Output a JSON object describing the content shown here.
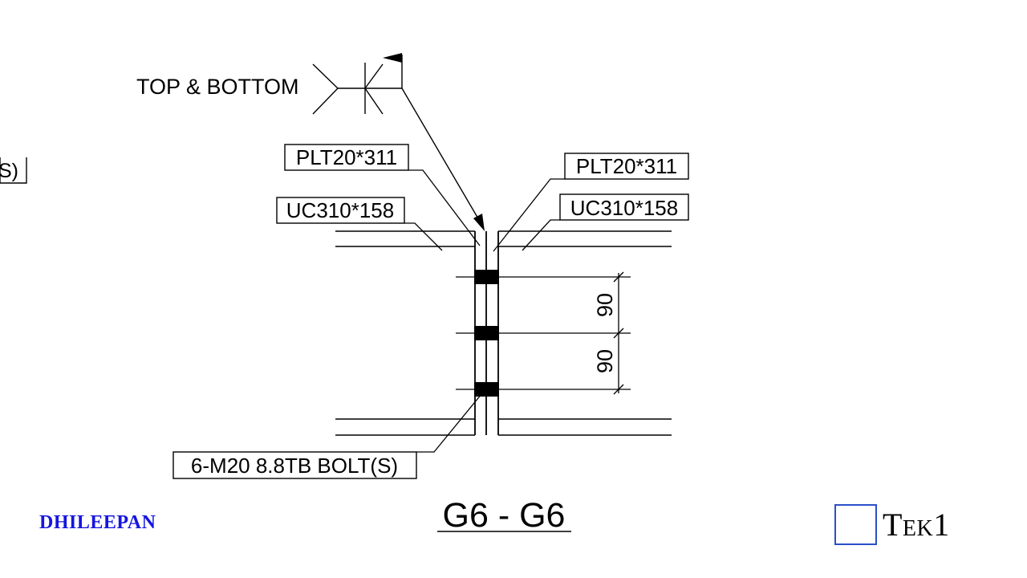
{
  "drawing": {
    "title": "G6 - G6",
    "weld_note": "TOP & BOTTOM",
    "plate_left": "PLT20*311",
    "plate_right": "PLT20*311",
    "column_left": "UC310*158",
    "column_right": "UC310*158",
    "bolt_note": "6-M20 8.8TB BOLT(S)",
    "dim_upper": "90",
    "dim_lower": "90",
    "partial_left_label": "S)"
  },
  "footer": {
    "author": "DHILEEPAN",
    "brand": "Tek1"
  },
  "colors": {
    "author": "#1515e0",
    "brand_box": "#2b4fc8"
  }
}
